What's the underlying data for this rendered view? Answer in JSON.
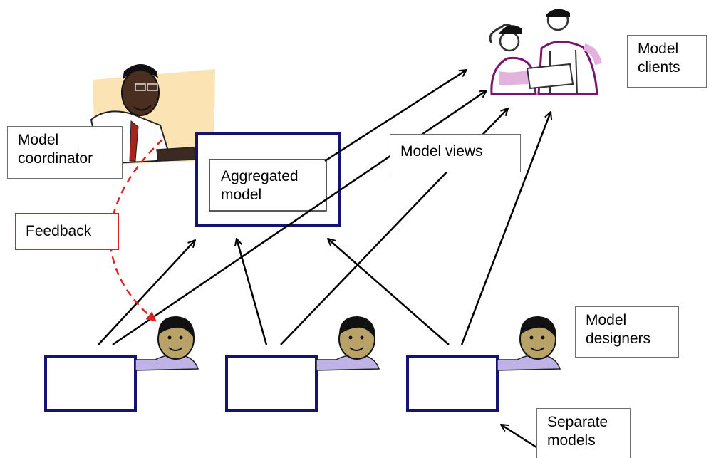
{
  "labels": {
    "model_clients": "Model\nclients",
    "model_coordinator": "Model\ncoordinator",
    "feedback": "Feedback",
    "aggregated_model": "Aggregated\nmodel",
    "model_views": "Model views",
    "model_designers": "Model\ndesigners",
    "separate_models": "Separate\nmodels"
  },
  "colors": {
    "box_border": "#14146e",
    "arrow": "#000000",
    "feedback": "#e02020",
    "designer_skin": "#b8a268",
    "designer_shirt": "#bfb2e6"
  },
  "icons": {
    "coordinator": "person-at-desk-illustration",
    "clients": "two-workers-illustration",
    "designer": "woman-avatar-illustration"
  }
}
